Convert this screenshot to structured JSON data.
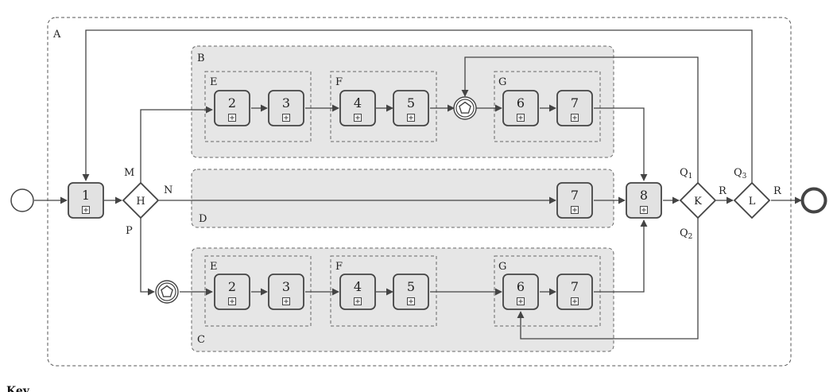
{
  "colors": {
    "line": "#444444",
    "pool_fill": "#e6e6e6",
    "task_fill": "#e2e2e2",
    "event_fill": "#ffffff"
  },
  "containers": {
    "A": "A",
    "B": "B",
    "C": "C",
    "D": "D",
    "B_E": "E",
    "B_F": "F",
    "B_G": "G",
    "C_E": "E",
    "C_F": "F",
    "C_G": "G"
  },
  "tasks": {
    "t1": "1",
    "b2": "2",
    "b3": "3",
    "b4": "4",
    "b5": "5",
    "b6": "6",
    "b7": "7",
    "d7": "7",
    "t8": "8",
    "c2": "2",
    "c3": "3",
    "c4": "4",
    "c5": "5",
    "c6": "6",
    "c7": "7"
  },
  "gateways": {
    "H": "H",
    "K": "K",
    "L": "L"
  },
  "flow_labels": {
    "M": "M",
    "N": "N",
    "P": "P",
    "Q1": "Q",
    "Q1_sub": "1",
    "Q2": "Q",
    "Q2_sub": "2",
    "Q3": "Q",
    "Q3_sub": "3",
    "R1": "R",
    "R2": "R"
  },
  "key": {
    "title": "Key"
  }
}
